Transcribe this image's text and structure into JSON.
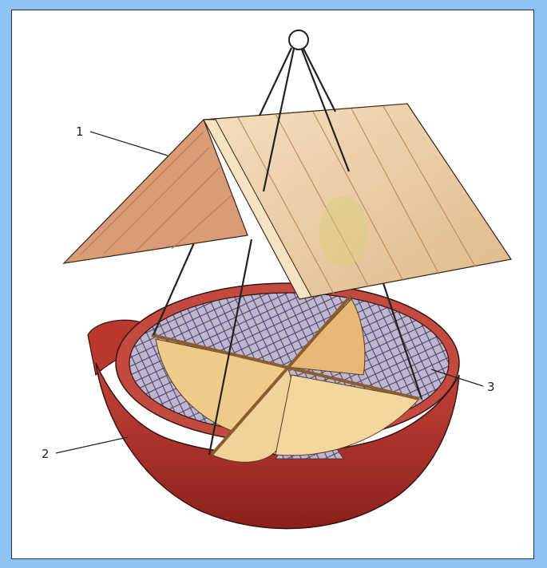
{
  "callouts": [
    {
      "id": "1",
      "label": "1"
    },
    {
      "id": "2",
      "label": "2"
    },
    {
      "id": "3",
      "label": "3"
    }
  ],
  "colors": {
    "background": "#8fc3f0",
    "paper": "#ffffff",
    "roof_wood": "#e9c79b",
    "roof_shadow": "#c98c67",
    "bowl_red": "#b4322a",
    "bowl_dark": "#8c1f1b",
    "mesh": "#4a4a70",
    "divider_wood": "#f0cf8f",
    "wire": "#222222"
  },
  "icons": [
    "hanging-ring",
    "roof",
    "bowl",
    "mesh-liner",
    "divider-cross"
  ]
}
